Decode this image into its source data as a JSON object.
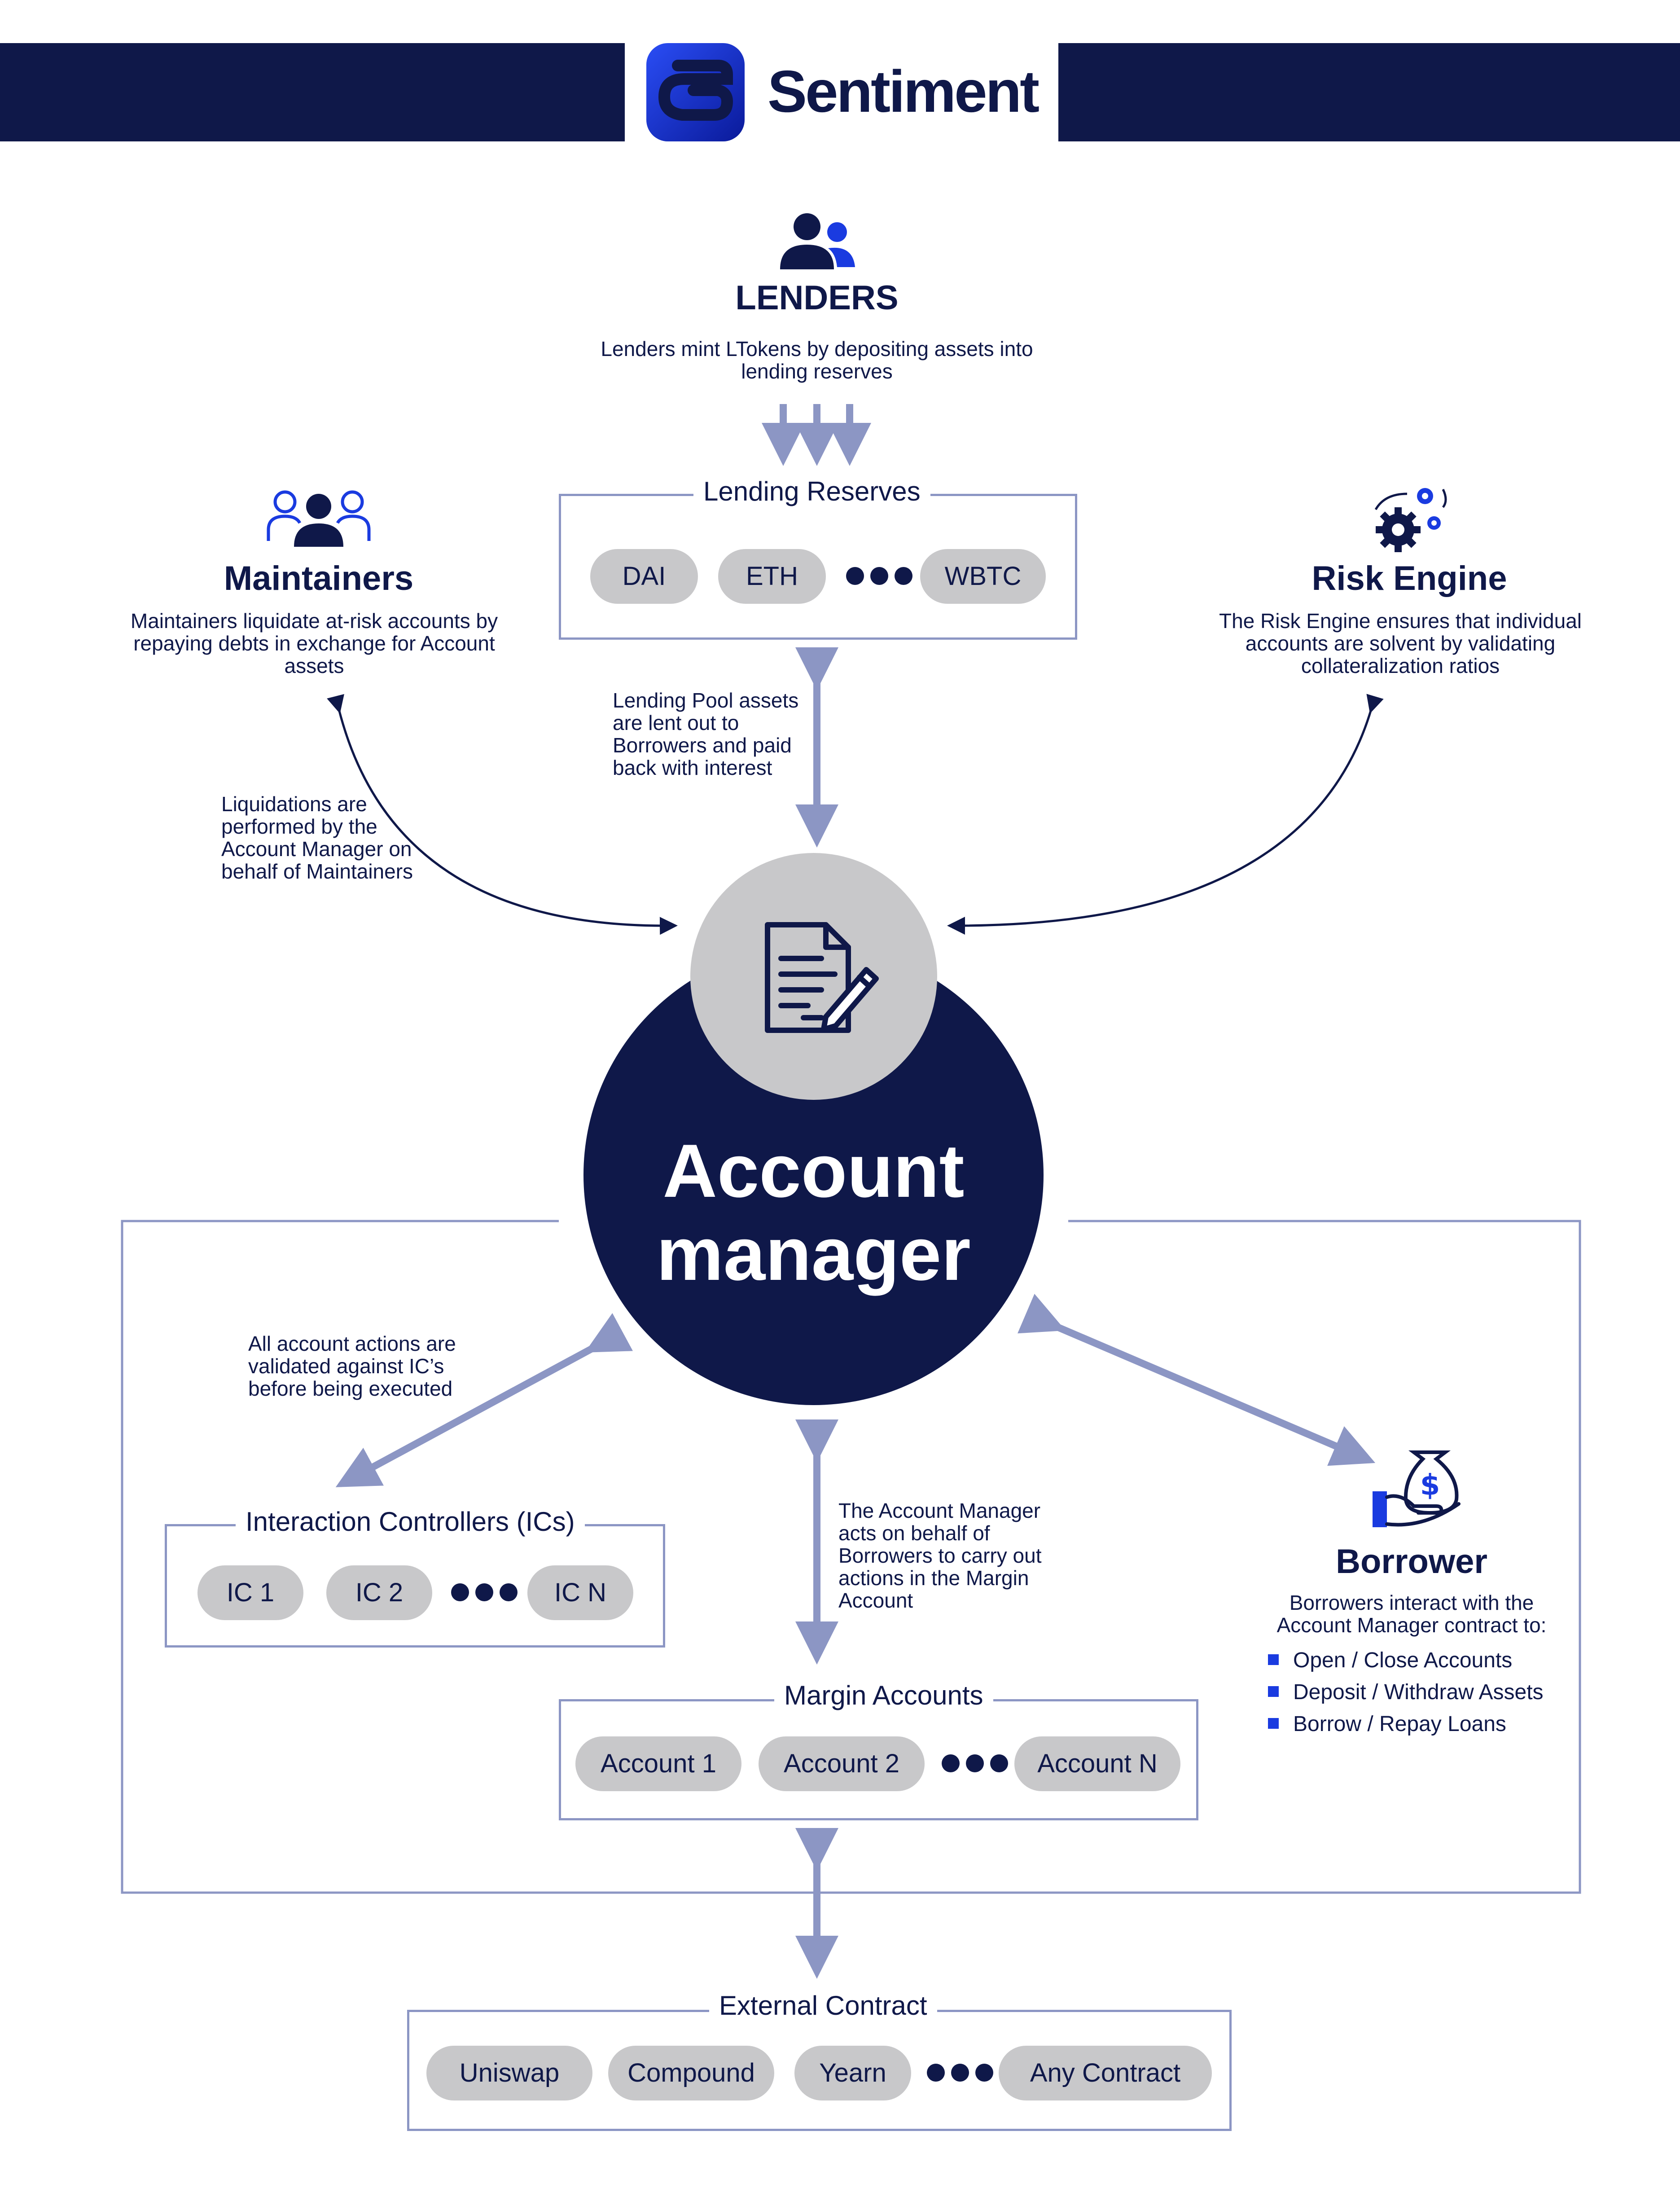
{
  "brand": {
    "name": "Sentiment",
    "logo_icon": "sentiment-logo-icon"
  },
  "lenders": {
    "icon": "users-icon",
    "title": "LENDERS",
    "description": "Lenders mint LTokens by depositing assets into lending reserves"
  },
  "lending_reserves": {
    "label": "Lending Reserves",
    "items": [
      "DAI",
      "ETH",
      "WBTC"
    ]
  },
  "maintainers": {
    "icon": "group-icon",
    "title": "Maintainers",
    "description": "Maintainers liquidate at-risk accounts by repaying debts in exchange for Account assets"
  },
  "risk_engine": {
    "icon": "gears-icon",
    "title": "Risk Engine",
    "description": "The Risk Engine ensures that individual accounts are solvent by validating collateralization ratios"
  },
  "notes": {
    "lending_pool": "Lending Pool assets are lent out to Borrowers and paid back with interest",
    "liquidations": "Liquidations are performed by the Account Manager on behalf of Maintainers",
    "ic_validation": "All account actions are validated against IC’s before being executed",
    "account_manager_acts": "The Account Manager acts on behalf of Borrowers to carry out actions in the Margin Account"
  },
  "account_manager": {
    "icon": "contract-document-icon",
    "line1": "Account",
    "line2": "manager"
  },
  "interaction_controllers": {
    "label": "Interaction Controllers (ICs)",
    "items": [
      "IC 1",
      "IC 2",
      "IC N"
    ]
  },
  "margin_accounts": {
    "label": "Margin Accounts",
    "items": [
      "Account 1",
      "Account 2",
      "Account N"
    ]
  },
  "borrower": {
    "icon": "money-bag-hand-icon",
    "title": "Borrower",
    "description": "Borrowers interact with the Account Manager contract to:",
    "actions": [
      "Open / Close Accounts",
      "Deposit / Withdraw Assets",
      "Borrow / Repay Loans"
    ]
  },
  "external_contract": {
    "label": "External Contract",
    "items": [
      "Uniswap",
      "Compound",
      "Yearn",
      "Any Contract"
    ]
  },
  "colors": {
    "navy": "#0f1849",
    "accent_blue": "#1a3be0",
    "connector": "#8c96c4",
    "pill_gray": "#c8c8ca"
  }
}
